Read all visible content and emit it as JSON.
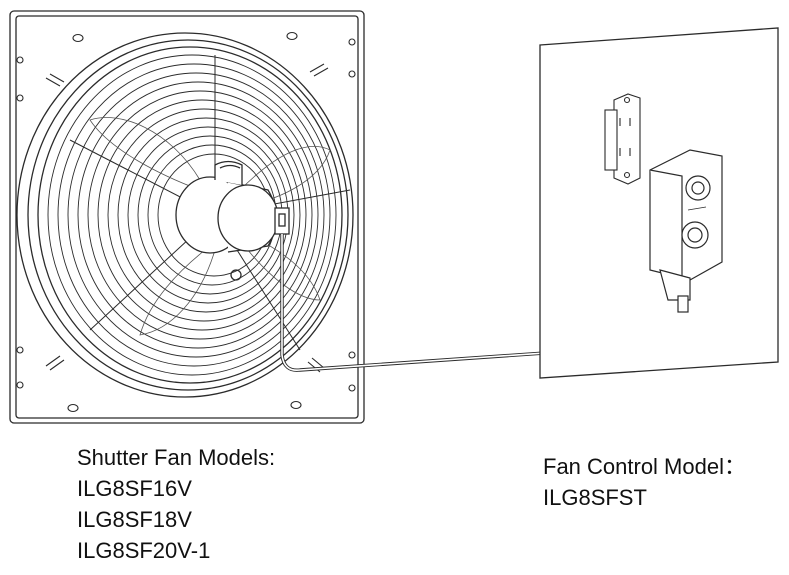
{
  "fan_models": {
    "heading": "Shutter Fan Models:",
    "models": [
      "ILG8SF16V",
      "ILG8SF18V",
      "ILG8SF20V-1"
    ]
  },
  "fan_control": {
    "heading": "Fan Control Model：",
    "model": "ILG8SFST"
  },
  "illustration": {
    "icons": [
      "shutter-fan-icon",
      "wall-panel-icon",
      "wall-outlet-icon",
      "fan-speed-controller-icon",
      "power-cord-icon"
    ],
    "line_color": "#2b2b2b",
    "fill_color": "#ffffff"
  }
}
